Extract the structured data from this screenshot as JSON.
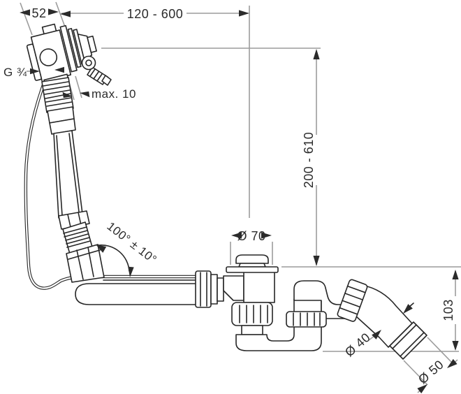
{
  "drawing": {
    "background": "#ffffff",
    "line_color": "#262626",
    "reference_line_color": "#9c9c9c",
    "text_color": "#2b2b2b"
  },
  "annotations": {
    "flange_width": "52",
    "overflow_length_range": "120 - 600",
    "thread_size": "G ¾",
    "wall_thickness": "max. 10",
    "height_range": "200 - 610",
    "plug_diameter": "Ø 70",
    "hose_angle": "100° ± 10°",
    "outlet_pipe_diameter": "Ø 40",
    "outlet_end_diameter": "Ø 50",
    "trap_depth": "103"
  }
}
